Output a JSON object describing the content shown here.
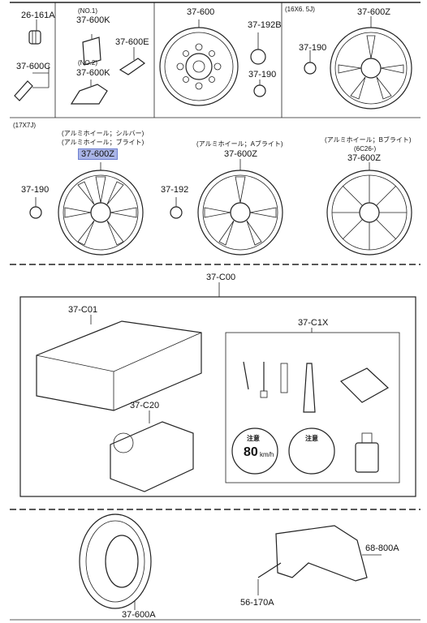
{
  "parts": {
    "p26_161a": "26-161A",
    "no1": "(NO.1)",
    "p37_600k_1": "37-600K",
    "p37_600e": "37-600E",
    "p37_600c": "37-600C",
    "no2": "(NO.2)",
    "p37_600k_2": "37-600K",
    "p37_600_top": "37-600",
    "p37_192b": "37-192B",
    "p37_190_a": "37-190",
    "size_16": "(16X6. 5J)",
    "p37_600z_a": "37-600Z",
    "p37_190_b": "37-190",
    "size_17": "(17X7J)",
    "silver": "(アルミホイール；シルバー)",
    "bright": "(アルミホイール；ブライト)",
    "p37_600z_b": "37-600Z",
    "p37_190_c": "37-190",
    "a_bright": "(アルミホイール；Aブライト)",
    "p37_600z_c": "37-600Z",
    "p37_192": "37-192",
    "b_bright": "(アルミホイール；Bブライト)",
    "code_6c26": "(6C26-)",
    "p37_600z_d": "37-600Z",
    "p37_c00": "37-C00",
    "p37_c01": "37-C01",
    "p37_c1x": "37-C1X",
    "p37_c20": "37-C20",
    "p68_800a": "68-800A",
    "p56_170a": "56-170A",
    "p37_600a": "37-600A"
  },
  "stickers": {
    "left_title": "注意",
    "left_speed": "80",
    "left_unit": "km/h",
    "right_title": "注意"
  }
}
